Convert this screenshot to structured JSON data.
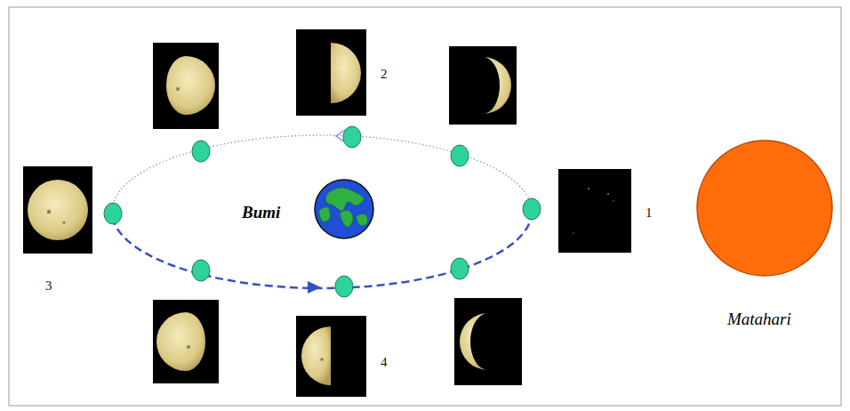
{
  "diagram": {
    "nodes": [
      {
        "text": [
          "Bumi"
        ]
      },
      {
        "text": [
          "Matahari"
        ]
      }
    ],
    "labels": [
      "1",
      "2",
      "3",
      "4"
    ]
  }
}
